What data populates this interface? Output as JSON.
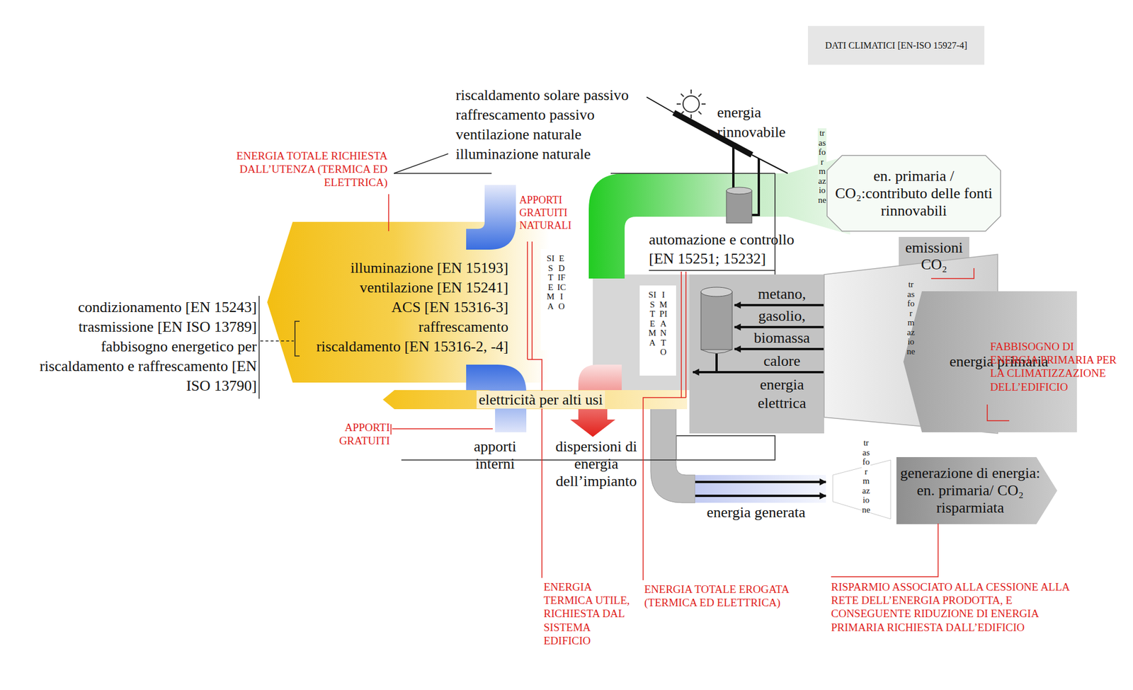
{
  "diagram": {
    "nodes": [
      {
        "text": [
          "DATI CLIMATICI [EN-ISO 15927-4]"
        ]
      },
      {
        "text": [
          "illuminazione [EN 15193]",
          "ventilazione [EN 15241]",
          "ACS [EN 15316-3]",
          "raffrescamento",
          "riscaldamento [EN 15316-2, -4]"
        ]
      },
      {
        "text": [
          "SISTEMA",
          "EDIFICIO"
        ]
      },
      {
        "text": [
          "elettricità per alti usi"
        ]
      },
      {
        "text": [
          "metano, gasolio, biomassa",
          "calore",
          "energia elettrica"
        ]
      },
      {
        "text": [
          "SISTEMA",
          "IMPIANTO"
        ]
      },
      {
        "text": [
          "en. primaria / CO₂:contributo delle fonti rinnovabili"
        ]
      },
      {
        "text": [
          "emissioni CO₂"
        ]
      },
      {
        "text": [
          "trasformazione"
        ]
      },
      {
        "text": [
          "energia primaria"
        ]
      },
      {
        "text": [
          "generazione di energia: en. primaria/ CO₂ risparmiata"
        ]
      }
    ],
    "labels": [
      "riscaldamento solare passivo",
      "raffrescamento passivo",
      "ventilazione naturale",
      "illuminazione naturale",
      "energia rinnovabile",
      "ENERGIA TOTALE RICHIESTA DALL’UTENZA (TERMICA ED ELETTRICA)",
      "APPORTI GRATUITI NATURALI",
      "automazione e controllo [EN 15251; 15232]",
      "trasformazione",
      "condizionamento [EN 15243]",
      "trasmissione [EN ISO 13789]",
      "fabbisogno energetico per riscaldamento e raffrescamento [EN ISO 13790]",
      "APPORTI GRATUITI",
      "apporti interni",
      "dispersioni di energia dell’impianto",
      "energia generata",
      "trasformazione",
      "ENERGIA TERMICA UTILE, RICHIESTA DAL SISTEMA EDIFICIO",
      "ENERGIA TOTALE EROGATA (TERMICA ED ELETTRICA)",
      "RISPARMIO ASSOCIATO ALLA CESSIONE ALLA RETE DELL’ENERGIA PRODOTTA, E CONSEGUENTE RIDUZIONE DI ENERGIA PRIMARIA RICHIESTA DALL’EDIFICIO",
      "FABBISOGNO DI ENERGIA PRIMARIA PER LA CLIMATIZZAZIONE DELL’EDIFICIO"
    ]
  }
}
